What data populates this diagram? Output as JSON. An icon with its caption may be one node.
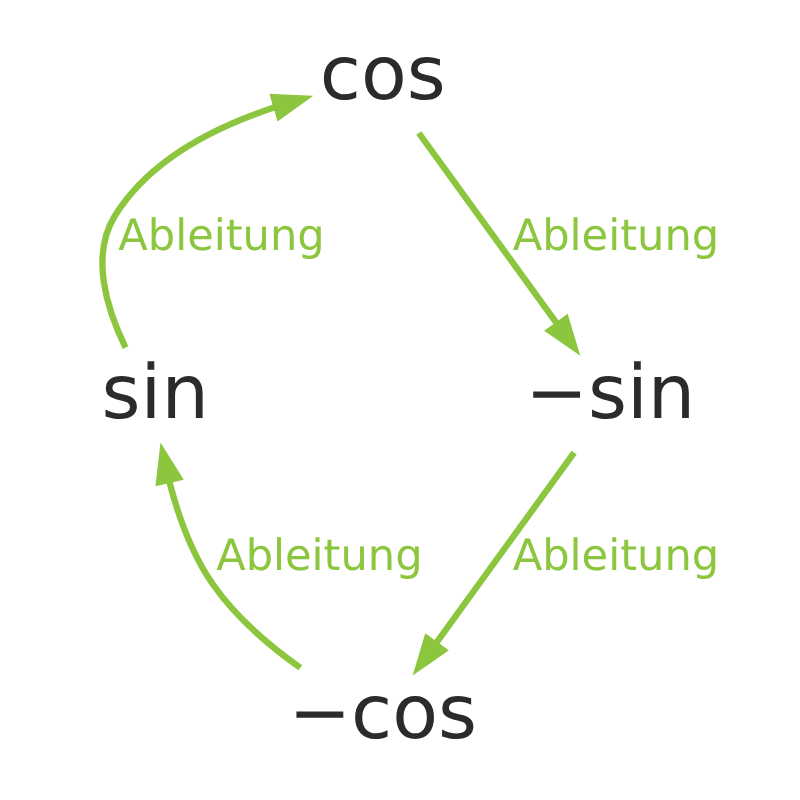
{
  "diagram": {
    "nodes": [
      {
        "text": [
          "cos"
        ]
      },
      {
        "text": [
          "sin"
        ]
      },
      {
        "text": [
          "−sin"
        ]
      },
      {
        "text": [
          "−cos"
        ]
      }
    ],
    "edges": [
      {
        "from": 1,
        "to": 0,
        "arrow": "to",
        "label": "Ableitung"
      },
      {
        "from": 0,
        "to": 2,
        "arrow": "to",
        "label": "Ableitung"
      },
      {
        "from": 2,
        "to": 3,
        "arrow": "to",
        "label": "Ableitung"
      },
      {
        "from": 3,
        "to": 1,
        "arrow": "to",
        "label": "Ableitung"
      }
    ]
  }
}
